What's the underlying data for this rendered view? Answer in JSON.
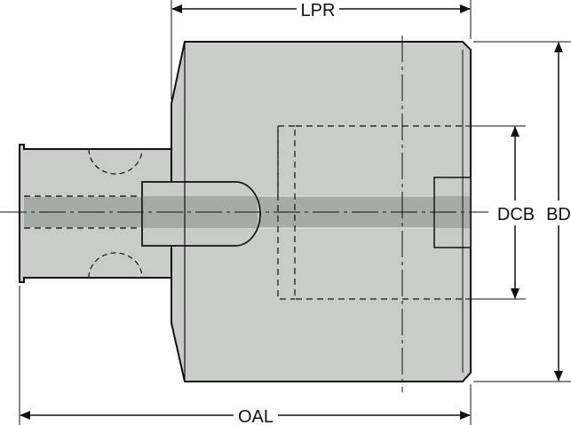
{
  "labels": {
    "lpr": "LPR",
    "dcb": "DCB",
    "bd": "BD",
    "oal": "OAL"
  },
  "colors": {
    "body_fill": "#c9ccc9",
    "outline": "#111111",
    "bore_band": "#a7aba7",
    "background": "#ffffff"
  }
}
